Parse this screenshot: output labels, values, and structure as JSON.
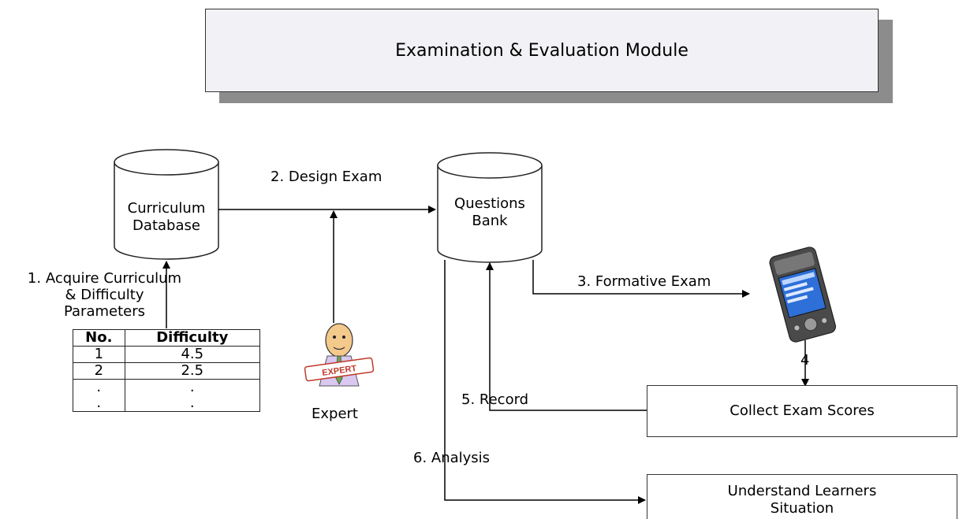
{
  "title": "Examination & Evaluation Module",
  "nodes": {
    "curriculum_db": "Curriculum\nDatabase",
    "questions_bank": "Questions\nBank",
    "expert": "Expert",
    "collect_scores": "Collect Exam Scores",
    "understand": "Understand Learners\nSituation"
  },
  "steps": {
    "step1": "1. Acquire Curriculum\n& Difficulty\nParameters",
    "step2": "2. Design Exam",
    "step3": "3. Formative Exam",
    "step4": "4",
    "step5": "5. Record",
    "step6": "6. Analysis"
  },
  "table": {
    "headers": [
      "No.",
      "Difficulty"
    ],
    "rows": [
      [
        "1",
        "4.5"
      ],
      [
        "2",
        "2.5"
      ],
      [
        ".",
        "."
      ],
      [
        ".",
        "."
      ]
    ]
  },
  "icons": {
    "expert_badge_text": "EXPERT",
    "expert": "expert-person-icon",
    "device": "pda-handheld-icon"
  }
}
